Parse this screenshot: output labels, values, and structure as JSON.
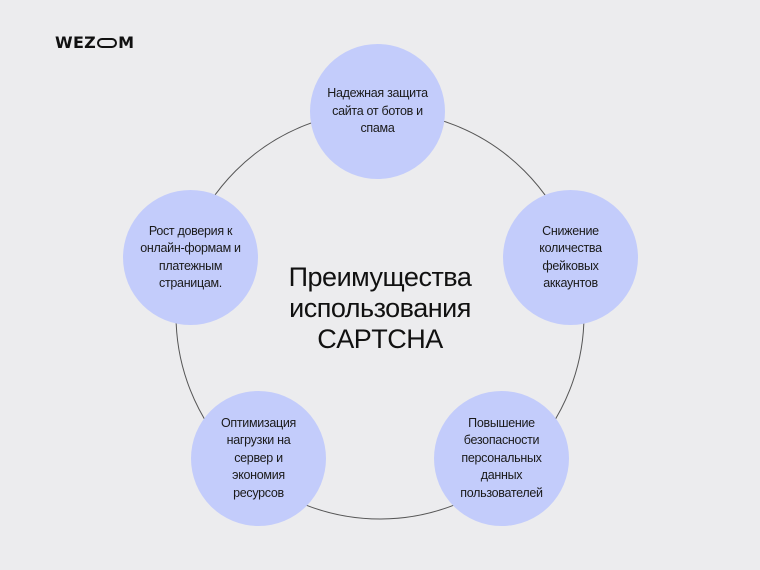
{
  "brand": {
    "logo_left": "WEZ",
    "logo_right": "M"
  },
  "diagram": {
    "title_lines": [
      "Преимущества",
      "использования",
      "CAPTCHA"
    ],
    "colors": {
      "background": "#ECECEE",
      "node_fill": "#C3CCFB",
      "ring_stroke": "#555555",
      "text": "#111111"
    },
    "nodes": [
      {
        "position": "top",
        "label": "Надежная защита сайта от ботов и спама"
      },
      {
        "position": "right",
        "label": "Снижение количества фейковых аккаунтов"
      },
      {
        "position": "bottom-right",
        "label": "Повышение безопасности персональных данных пользователей"
      },
      {
        "position": "bottom-left",
        "label": "Оптимизация нагрузки на сервер и экономия ресурсов"
      },
      {
        "position": "left",
        "label": "Рост доверия к онлайн-формам и платежным страницам."
      }
    ]
  }
}
